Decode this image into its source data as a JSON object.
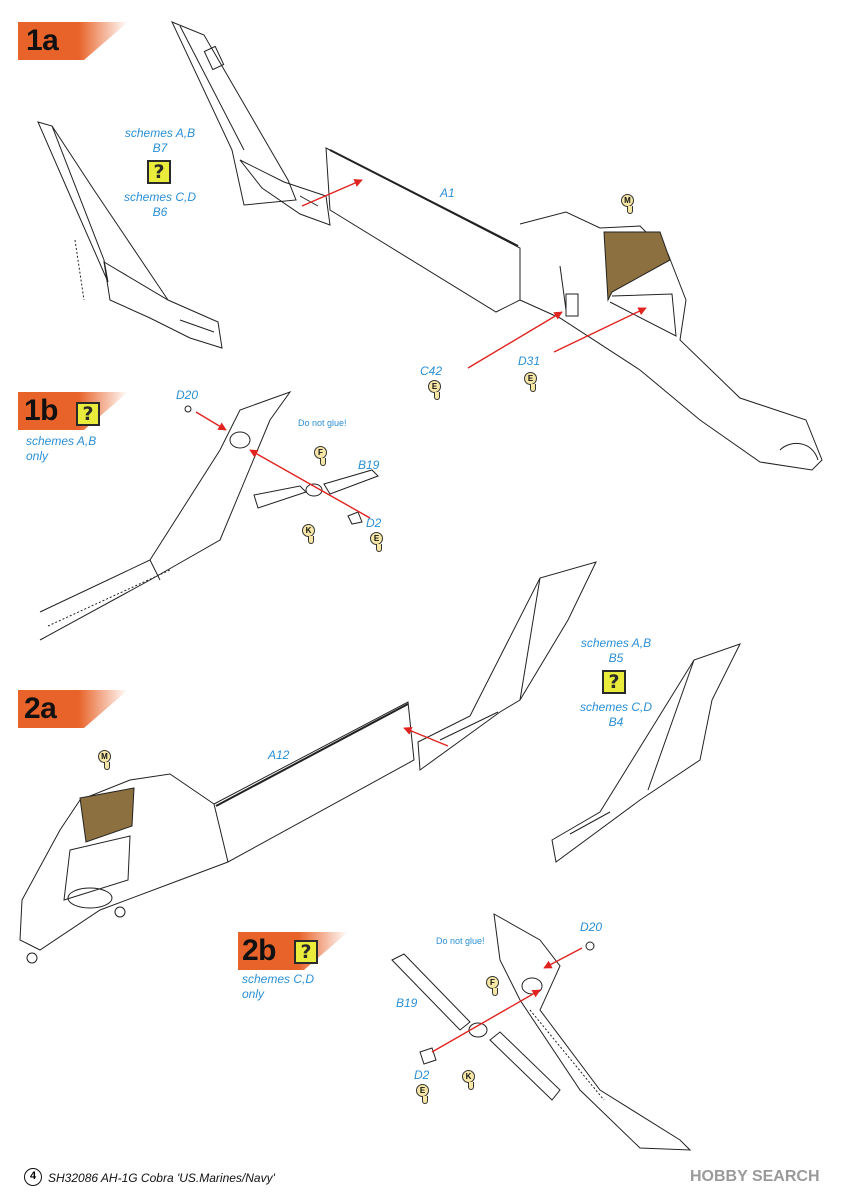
{
  "steps": {
    "s1a": {
      "label": "1a"
    },
    "s1b": {
      "label": "1b",
      "note_line1": "schemes A,B",
      "note_line2": "only"
    },
    "s2a": {
      "label": "2a"
    },
    "s2b": {
      "label": "2b",
      "note_line1": "schemes C,D",
      "note_line2": "only"
    }
  },
  "help_icon": "?",
  "callouts": {
    "fin1_top": {
      "schemes": "schemes A,B",
      "part": "B7"
    },
    "fin1_bottom": {
      "schemes": "schemes C,D",
      "part": "B6"
    },
    "fin2_top": {
      "schemes": "schemes A,B",
      "part": "B5"
    },
    "fin2_bottom": {
      "schemes": "schemes C,D",
      "part": "B4"
    }
  },
  "part_labels": {
    "a1": "A1",
    "c42": "C42",
    "d31": "D31",
    "d20_1b": "D20",
    "b19_1b": "B19",
    "d2_1b": "D2",
    "a12": "A12",
    "d20_2b": "D20",
    "b19_2b": "B19",
    "d2_2b": "D2"
  },
  "notes": {
    "dont_glue_1b": "Do not glue!",
    "dont_glue_2b": "Do not glue!"
  },
  "paint_markers": {
    "m_1a": "M",
    "e_c42": "E",
    "e_d31": "E",
    "f_1b": "F",
    "k_1b": "K",
    "e_1b": "E",
    "m_2a": "M",
    "f_2b": "F",
    "k_2b": "K",
    "e_2b": "E"
  },
  "footer": {
    "page": "4",
    "title": "SH32086 AH-1G Cobra 'US.Marines/Navy'",
    "watermark": "HOBBY SEARCH"
  },
  "colors": {
    "step_accent": "#e8632a",
    "help_box": "#e9ec3a",
    "callout_text": "#2a8fd6",
    "arrow": "#e0231f",
    "cockpit_fill": "#8c7040"
  }
}
